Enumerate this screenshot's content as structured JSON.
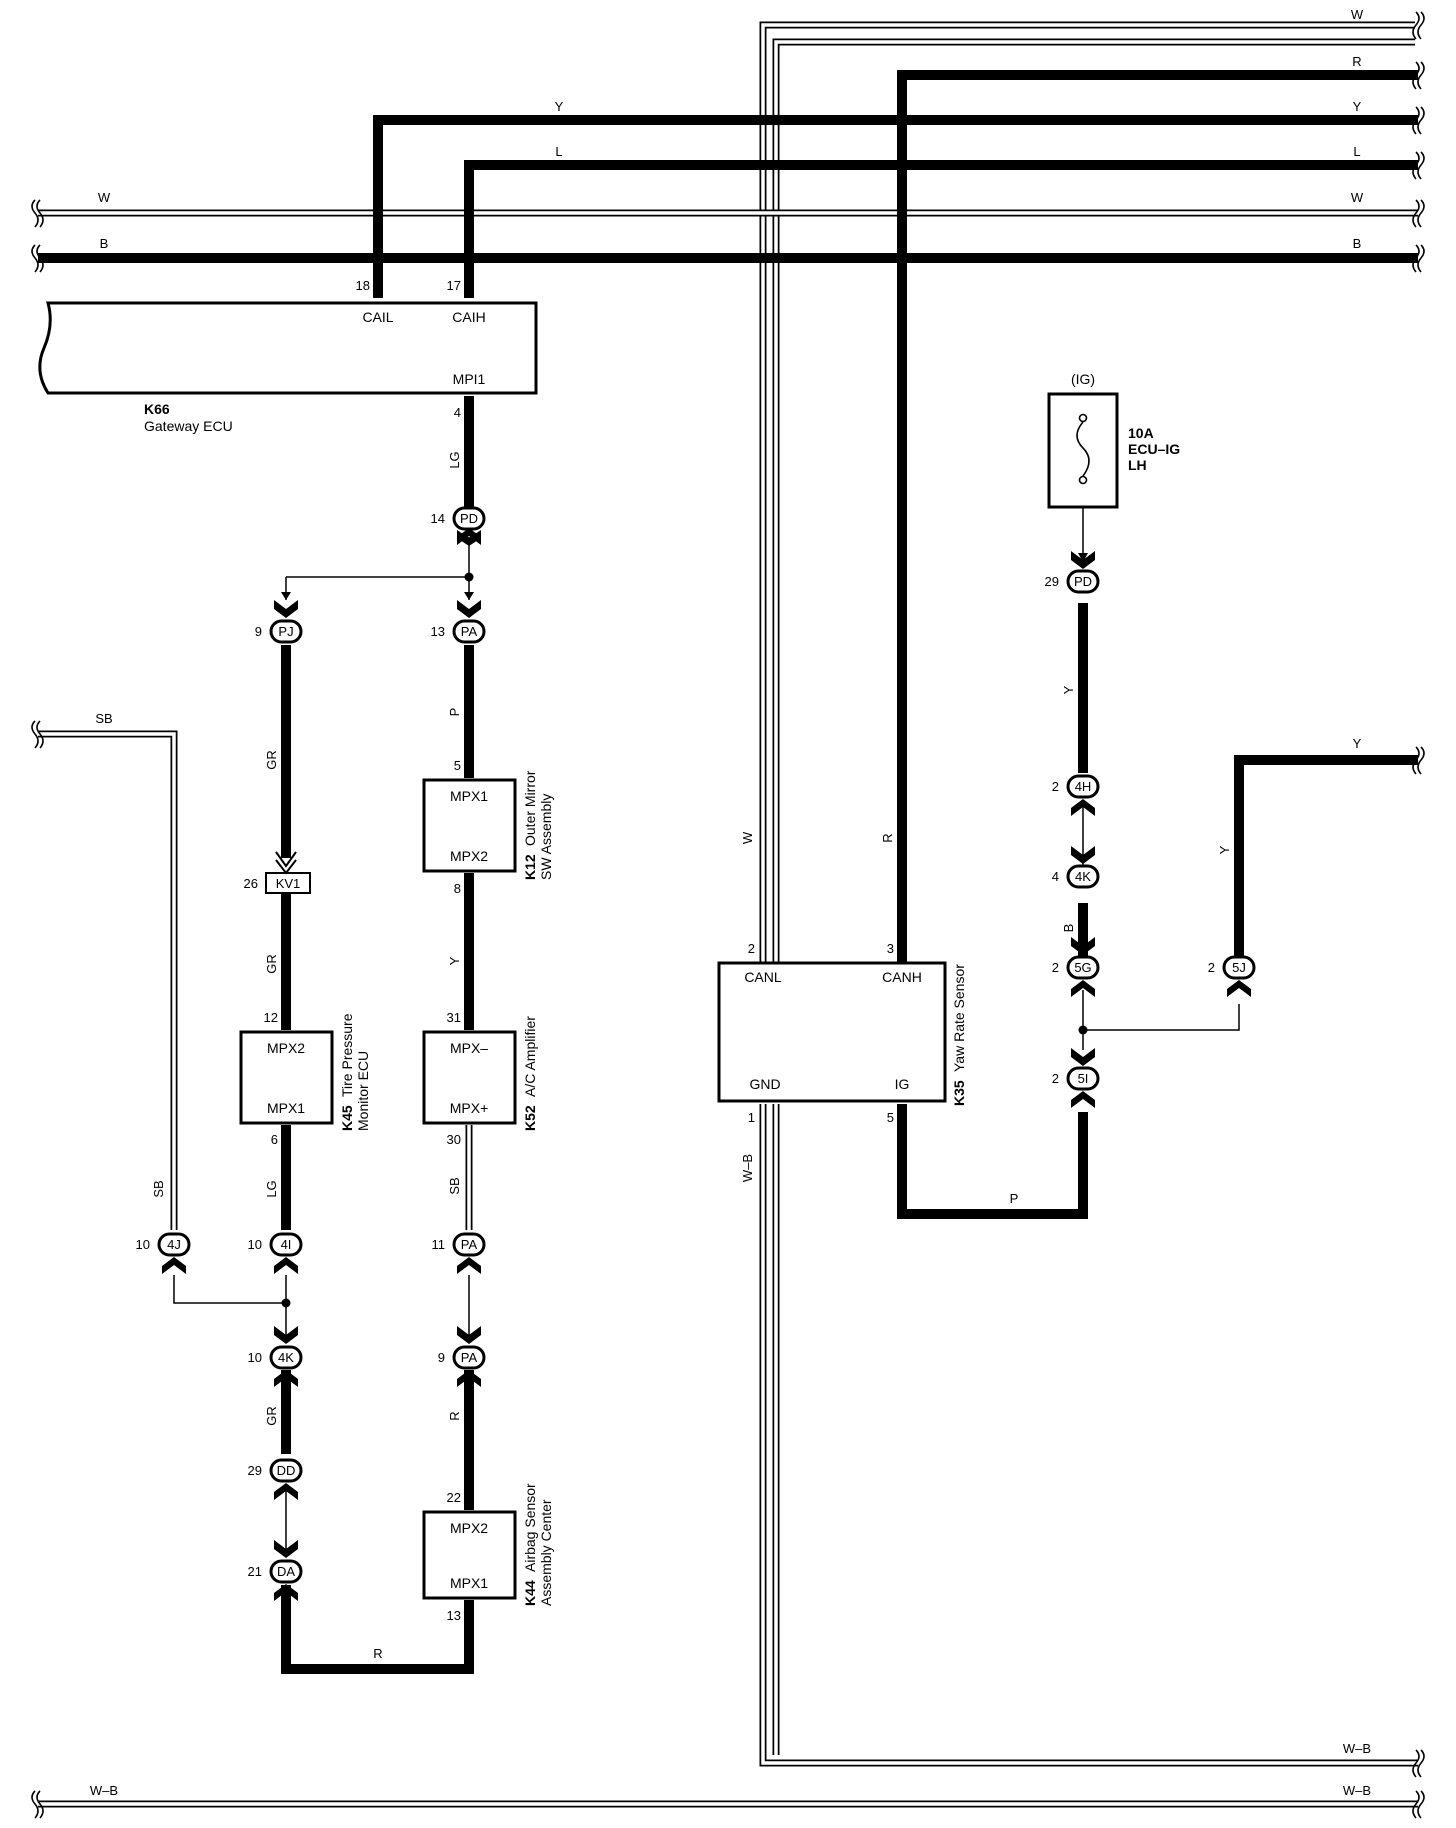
{
  "wires": {
    "top_w": "W",
    "top_r": "R",
    "top_y": "Y",
    "top_l": "L",
    "top_w2": "W",
    "top_b": "B",
    "left_w": "W",
    "left_b": "B",
    "mid_y": "Y",
    "mid_l": "L",
    "lg_gw": "LG",
    "p_om": "P",
    "gr_pj": "GR",
    "gr_kv1": "GR",
    "y_om": "Y",
    "sb_ac": "SB",
    "lg_tp": "LG",
    "sb_left": "SB",
    "sb_left_top": "SB",
    "gr_4k": "GR",
    "r_pa": "R",
    "r_bottom": "R",
    "w_yaw": "W",
    "r_yaw": "R",
    "wb_yaw": "W–B",
    "p_yaw": "P",
    "y_fuse": "Y",
    "b_4k": "B",
    "y_5j": "Y",
    "y_right": "Y",
    "wb_mid": "W–B",
    "wb_bottom_r": "W–B",
    "wb_bottom_l": "W–B"
  },
  "components": {
    "k66": {
      "id": "K66",
      "name": "Gateway ECU",
      "sig_cail": "CAIL",
      "sig_caih": "CAIH",
      "sig_mpi1": "MPI1",
      "pin_cail": "18",
      "pin_caih": "17",
      "pin_mpi1": "4"
    },
    "k12": {
      "id": "K12",
      "name1": "Outer Mirror",
      "name2": "SW Assembly",
      "sig1": "MPX1",
      "sig2": "MPX2",
      "pin1": "5",
      "pin2": "8"
    },
    "k45": {
      "id": "K45",
      "name1": "Tire Pressure",
      "name2": "Monitor ECU",
      "sig1": "MPX2",
      "sig2": "MPX1",
      "pin1": "12",
      "pin2": "6"
    },
    "k52": {
      "id": "K52",
      "name1": "A/C Amplifier",
      "sig1": "MPX–",
      "sig2": "MPX+",
      "pin1": "31",
      "pin2": "30"
    },
    "k44": {
      "id": "K44",
      "name1": "Airbag Sensor",
      "name2": "Assembly Center",
      "sig1": "MPX2",
      "sig2": "MPX1",
      "pin1": "22",
      "pin2": "13"
    },
    "k35": {
      "id": "K35",
      "name": "Yaw Rate Sensor",
      "canl": "CANL",
      "canh": "CANH",
      "gnd": "GND",
      "ig": "IG",
      "pin_canl": "2",
      "pin_canh": "3",
      "pin_gnd": "1",
      "pin_ig": "5"
    },
    "kv1": {
      "badge": "KV1",
      "pin": "26"
    },
    "fuse": {
      "source": "(IG)",
      "rating": "10A",
      "name1": "ECU–IG",
      "name2": "LH"
    }
  },
  "connectors": {
    "pd14": {
      "pin": "14",
      "id": "PD"
    },
    "pj9": {
      "pin": "9",
      "id": "PJ"
    },
    "pa13": {
      "pin": "13",
      "id": "PA"
    },
    "j4j": {
      "pin": "10",
      "id": "4J"
    },
    "j4i": {
      "pin": "10",
      "id": "4I"
    },
    "pa11": {
      "pin": "11",
      "id": "PA"
    },
    "j4k10": {
      "pin": "10",
      "id": "4K"
    },
    "pa9": {
      "pin": "9",
      "id": "PA"
    },
    "dd29": {
      "pin": "29",
      "id": "DD"
    },
    "da21": {
      "pin": "21",
      "id": "DA"
    },
    "pd29": {
      "pin": "29",
      "id": "PD"
    },
    "j4h": {
      "pin": "2",
      "id": "4H"
    },
    "j4k4": {
      "pin": "4",
      "id": "4K"
    },
    "j5g": {
      "pin": "2",
      "id": "5G"
    },
    "j5j": {
      "pin": "2",
      "id": "5J"
    },
    "j5i": {
      "pin": "2",
      "id": "5I"
    }
  }
}
